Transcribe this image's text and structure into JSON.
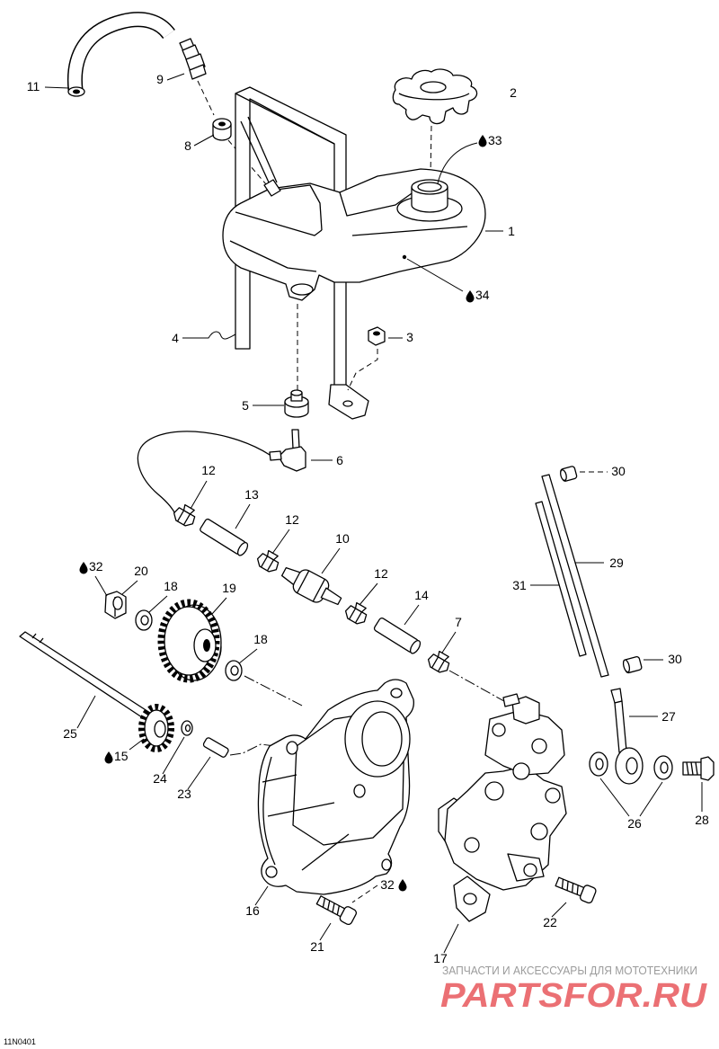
{
  "diagram": {
    "code": "11N0401"
  },
  "callouts": [
    {
      "label": "11"
    },
    {
      "label": "9"
    },
    {
      "label": "8"
    },
    {
      "label": "2"
    },
    {
      "label": "33",
      "icon": "oil-drop-icon"
    },
    {
      "label": "1"
    },
    {
      "label": "34",
      "icon": "oil-drop-icon"
    },
    {
      "label": "4"
    },
    {
      "label": "3"
    },
    {
      "label": "5"
    },
    {
      "label": "6"
    },
    {
      "label": "12"
    },
    {
      "label": "13"
    },
    {
      "label": "12"
    },
    {
      "label": "10"
    },
    {
      "label": "12"
    },
    {
      "label": "14"
    },
    {
      "label": "7"
    },
    {
      "label": "30"
    },
    {
      "label": "29"
    },
    {
      "label": "31"
    },
    {
      "label": "30"
    },
    {
      "label": "32",
      "icon": "oil-drop-icon"
    },
    {
      "label": "20"
    },
    {
      "label": "18"
    },
    {
      "label": "19"
    },
    {
      "label": "18"
    },
    {
      "label": "25"
    },
    {
      "label": "15",
      "icon": "oil-drop-icon"
    },
    {
      "label": "24"
    },
    {
      "label": "23"
    },
    {
      "label": "27"
    },
    {
      "label": "26"
    },
    {
      "label": "28"
    },
    {
      "label": "16"
    },
    {
      "label": "32",
      "icon": "oil-drop-icon"
    },
    {
      "label": "21"
    },
    {
      "label": "22"
    },
    {
      "label": "17"
    }
  ],
  "watermark": {
    "caption": "ЗАПЧАСТИ И АКСЕССУАРЫ ДЛЯ МОТОТЕХНИКИ",
    "logo": "PARTSFOR.RU"
  },
  "colors": {
    "line": "#000000",
    "background": "#ffffff",
    "logo": "#e8585c",
    "caption": "#9b9b9b"
  }
}
